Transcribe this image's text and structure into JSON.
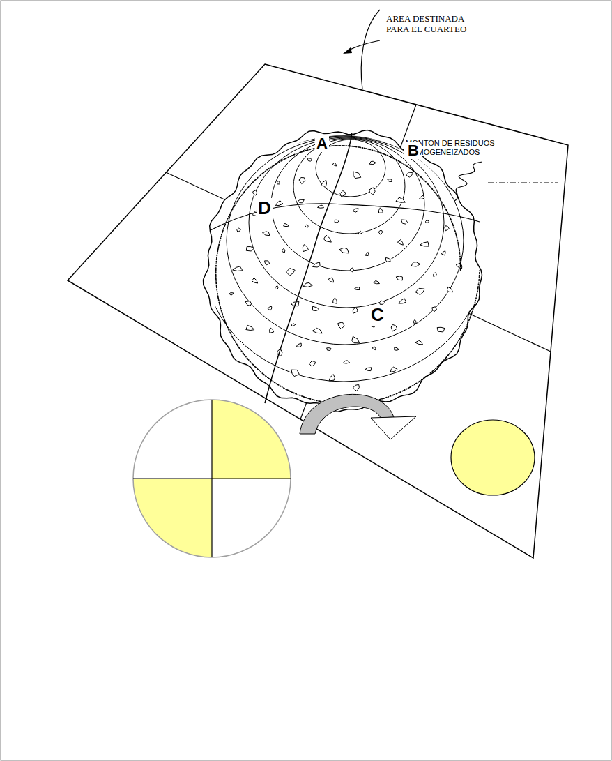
{
  "diagram": {
    "labels": [
      "AREA DESTINADA PARA EL CUARTEO",
      "MONTON DE RESIDUOS HOMOGENEIZADOS",
      "A",
      "B",
      "C",
      "D"
    ]
  }
}
